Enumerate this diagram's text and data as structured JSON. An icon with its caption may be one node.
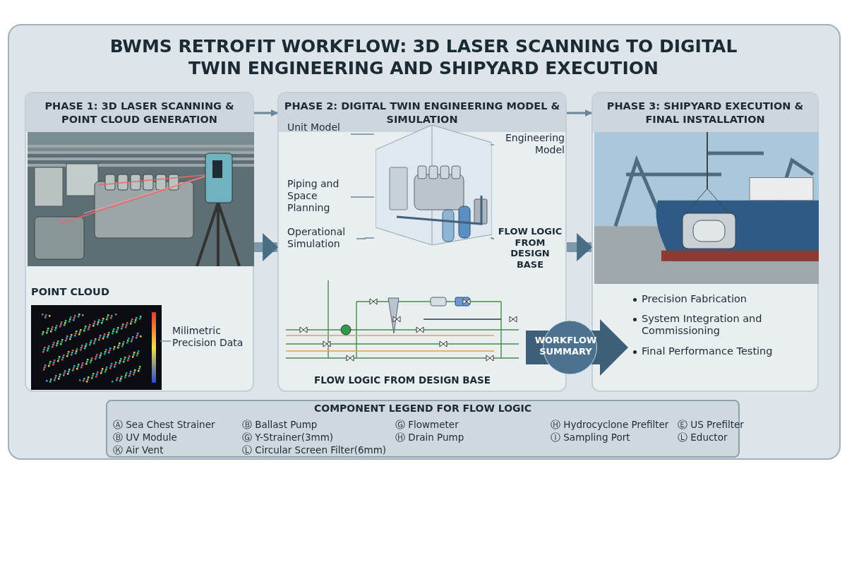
{
  "diagram": {
    "title": "BWMS RETROFIT WORKFLOW: 3D LASER SCANNING TO DIGITAL TWIN ENGINEERING AND SHIPYARD EXECUTION",
    "nodes": [
      {
        "text": [
          "PHASE 1: 3D LASER SCANNING & POINT CLOUD GENERATION"
        ]
      },
      {
        "text": [
          "PHASE 2: DIGITAL TWIN ENGINEERING MODEL & SIMULATION"
        ]
      },
      {
        "text": [
          "PHASE 3: SHIPYARD EXECUTION & FINAL INSTALLATION"
        ]
      },
      {
        "text": [],
        "shape": "picture",
        "in": 0
      },
      {
        "text": [],
        "shape": "picture",
        "in": 0
      },
      {
        "text": [
          "Milimetric Precision Data"
        ],
        "in": 0
      },
      {
        "text": [
          "Unit Model"
        ],
        "in": 1
      },
      {
        "text": [
          "Piping and Space Planning"
        ],
        "in": 1
      },
      {
        "text": [
          "Operational Simulation"
        ],
        "in": 1
      },
      {
        "text": [
          "Engineering Model"
        ],
        "in": 1
      },
      {
        "text": [
          "FLOW LOGIC FROM DESIGN BASE"
        ],
        "in": 1
      },
      {
        "text": [],
        "shape": "picture",
        "in": 1
      },
      {
        "text": [],
        "shape": "picture",
        "in": 1
      },
      {
        "text": [],
        "shape": "picture",
        "in": 2
      },
      {
        "text": [
          "WORKFLOW SUMMARY"
        ]
      }
    ],
    "edges": [
      {
        "from": 0,
        "to": 1,
        "arrow": "to"
      },
      {
        "from": 0,
        "to": 1,
        "arrow": "to",
        "style": "thick"
      },
      {
        "from": 1,
        "to": 2,
        "arrow": "to"
      },
      {
        "from": 1,
        "to": 2,
        "arrow": "to",
        "style": "thick"
      },
      {
        "from": 5,
        "to": 4,
        "arrow": "none"
      },
      {
        "from": 6,
        "to": 11,
        "arrow": "none"
      },
      {
        "from": 7,
        "to": 11,
        "arrow": "none"
      },
      {
        "from": 8,
        "to": 11,
        "arrow": "none"
      },
      {
        "from": 9,
        "to": 11,
        "arrow": "none"
      },
      {
        "from": 10,
        "to": 11,
        "arrow": "none"
      }
    ],
    "labels": [
      "POINT CLOUD",
      "FLOW LOGIC FROM DESIGN BASE",
      "Precision Fabrication",
      "System Integration and Commissioning",
      "Final Performance Testing",
      "COMPONENT LEGEND FOR FLOW LOGIC",
      "Ⓐ Sea Chest Strainer",
      "Ⓑ Ballast Pump",
      "Ⓖ Flowmeter",
      "Ⓗ Hydrocyclone Prefilter",
      "Ⓔ US Prefilter",
      "Ⓑ UV Module",
      "Ⓖ Y-Strainer(3mm)",
      "Ⓗ Drain Pump",
      "Ⓘ Sampling Port",
      "Ⓛ Eductor",
      "Ⓚ Air Vent",
      "Ⓛ Circular Screen Filter(6mm)"
    ]
  }
}
